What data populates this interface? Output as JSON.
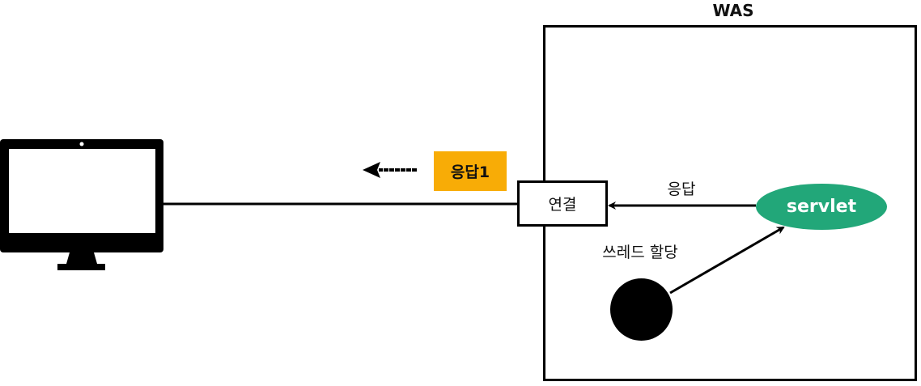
{
  "was": {
    "title": "WAS"
  },
  "connection": {
    "label": "연결"
  },
  "response1": {
    "label": "응답1"
  },
  "servlet": {
    "label": "servlet"
  },
  "response": {
    "label": "응답"
  },
  "thread": {
    "label": "쓰레드 할당"
  },
  "colors": {
    "servlet_fill": "#22a779",
    "response1_fill": "#f8ac06",
    "stroke": "#000000"
  },
  "icons": [
    "computer-monitor-icon"
  ]
}
